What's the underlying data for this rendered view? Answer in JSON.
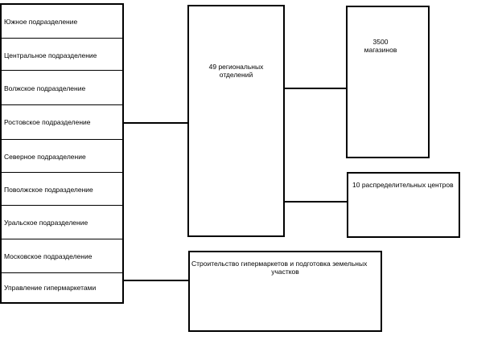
{
  "divisions": [
    "Южное подразделение",
    "Центральное подразделение",
    "Волжское подразделение",
    "Ростовское  подразделение",
    "Северное подразделение",
    "Поволжское подразделение",
    "Уральское подразделение",
    "Московское подразделение",
    "Управление гипермаркетами"
  ],
  "regional": {
    "line1": "49 региональных",
    "line2": "отделений"
  },
  "stores": {
    "line1": "3500",
    "line2": "магазинов"
  },
  "distribution": {
    "label": "10 распределительных центров"
  },
  "construction": {
    "line1": "Строительство гипермаркетов и подготовка земельных",
    "line2": "участков"
  }
}
